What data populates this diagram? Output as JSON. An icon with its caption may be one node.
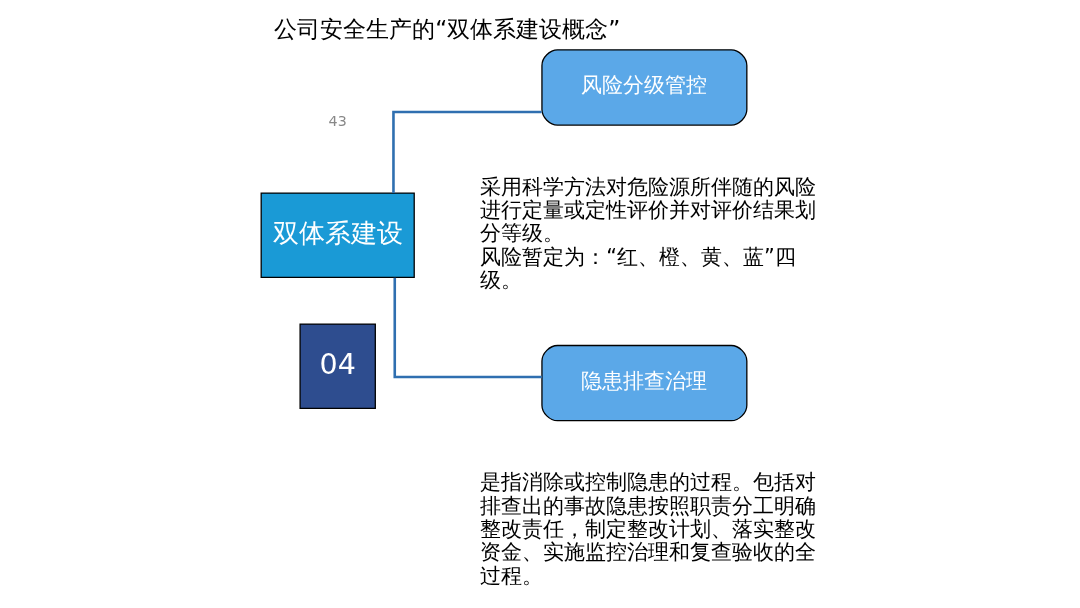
{
  "diagram": {
    "title": "公司安全生产的“双体系建设概念”",
    "nodes": [
      {
        "text": [
          "04"
        ]
      },
      {
        "text": [
          "双体系建设"
        ]
      },
      {
        "text": [
          "风险分级管控"
        ],
        "beside": [
          "采用科学方法对危险源所伴随的风险进行定量或定性评价并对评价结果划分等级。",
          "风险暂定为：“红、橙、黄、蓝”四级。"
        ]
      },
      {
        "text": [
          "隐患排查治理"
        ],
        "beside": [
          "是指消除或控制隐患的过程。包括对排查出的事故隐患按照职责分工明确整改责任，制定整改计划、落实整改资金、实施监控治理和复查验收的全过程。"
        ]
      }
    ],
    "edges": [
      {
        "from": 1,
        "to": 2,
        "arrow": "none"
      },
      {
        "from": 1,
        "to": 3,
        "arrow": "none"
      }
    ],
    "labels": [
      "43"
    ]
  }
}
